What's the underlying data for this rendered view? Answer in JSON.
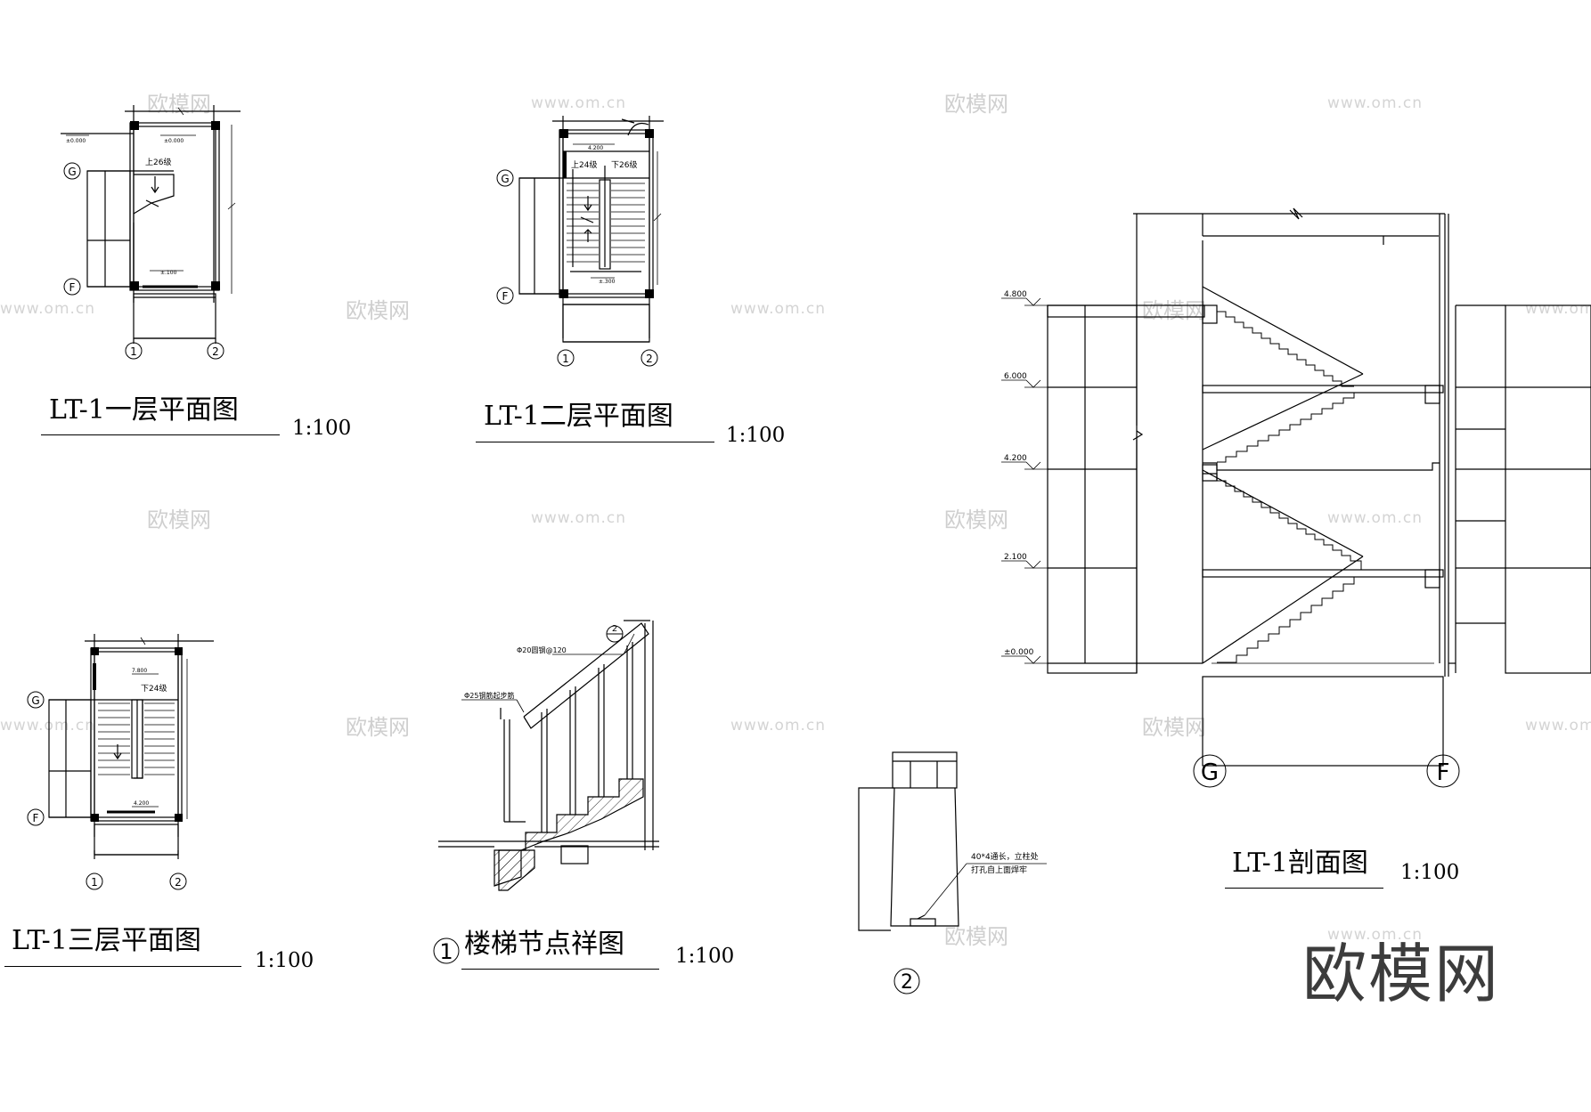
{
  "drawings": {
    "plan1": {
      "title": "LT-1一层平面图",
      "scale": "1:100",
      "up_label": "上26级",
      "level_top": "±0.000",
      "level_bottom": "±.100"
    },
    "plan2": {
      "title": "LT-1二层平面图",
      "scale": "1:100",
      "up_label": "上24级",
      "down_label": "下26级",
      "level_top": "4.200",
      "level_bottom": "±.300"
    },
    "plan3": {
      "title": "LT-1三层平面图",
      "scale": "1:100",
      "down_label": "下24级",
      "level_top": "7.800",
      "level_bottom": "4.200"
    },
    "detail": {
      "number": "1",
      "title": "楼梯节点祥图",
      "scale": "1:100",
      "note_top": "Φ20圆钢@120",
      "note_left": "Φ25钢筋起步筋",
      "callout": "2"
    },
    "detail2": {
      "number": "2",
      "note_line1": "40*4通长，立柱处",
      "note_line2": "打孔自上面焊牢"
    },
    "section": {
      "title": "LT-1剖面图",
      "scale": "1:100",
      "grid_left": "G",
      "grid_right": "F",
      "levels": [
        "4.800",
        "6.000",
        "4.200",
        "2.100",
        "±0.000"
      ]
    }
  },
  "grid": {
    "g": "G",
    "f": "F",
    "c1": "1",
    "c2": "2"
  },
  "watermark": {
    "brand": "欧模网",
    "url": "www.om.cn"
  },
  "logo": "欧模网"
}
